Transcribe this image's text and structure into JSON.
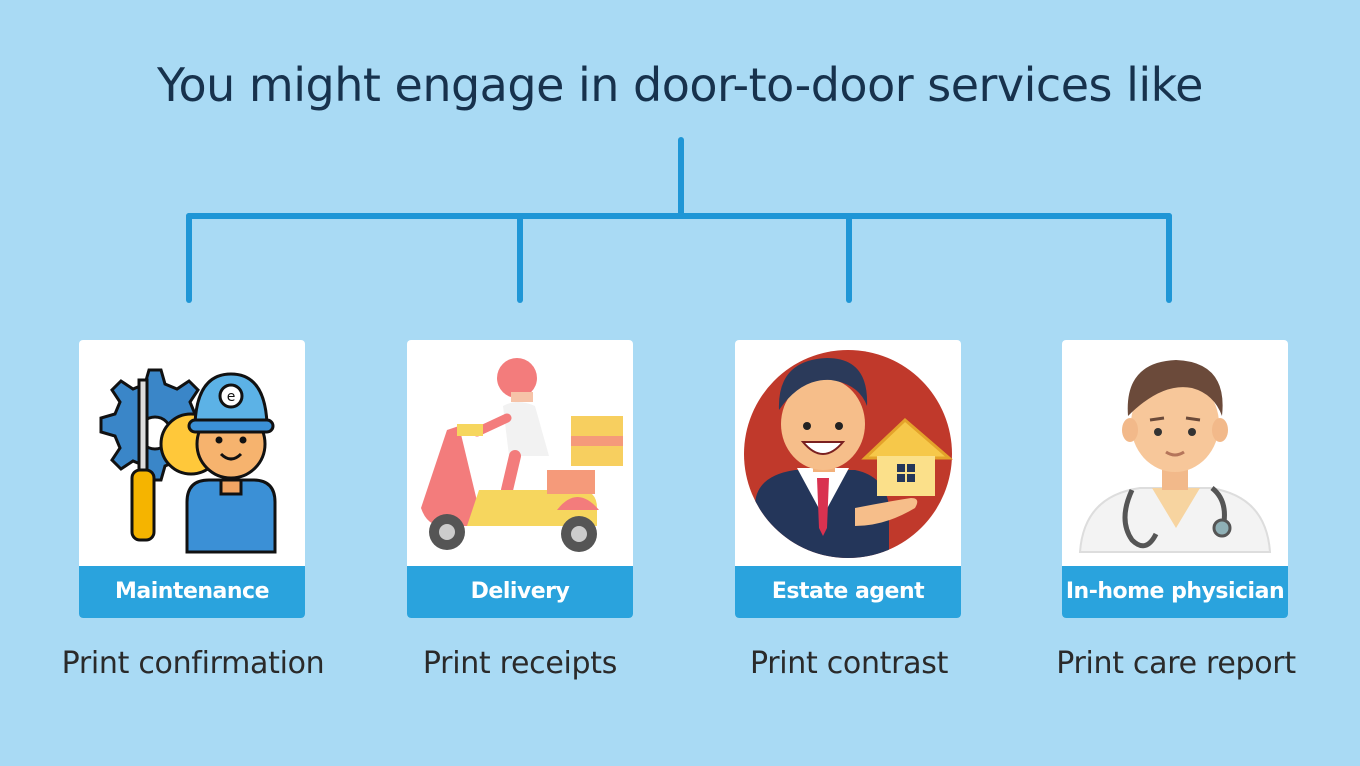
{
  "title": "You might engage in door-to-door services like",
  "colors": {
    "background": "#a9daf4",
    "connector": "#1f96d6",
    "label_bar": "#2aa3dd",
    "title": "#17324d"
  },
  "services": [
    {
      "label": "Maintenance",
      "caption": "Print confirmation",
      "icon": "repair-worker-icon"
    },
    {
      "label": "Delivery",
      "caption": "Print receipts",
      "icon": "delivery-scooter-icon"
    },
    {
      "label": "Estate agent",
      "caption": "Print contrast",
      "icon": "estate-agent-icon"
    },
    {
      "label": "In-home physician",
      "caption": "Print care report",
      "icon": "doctor-icon"
    }
  ]
}
